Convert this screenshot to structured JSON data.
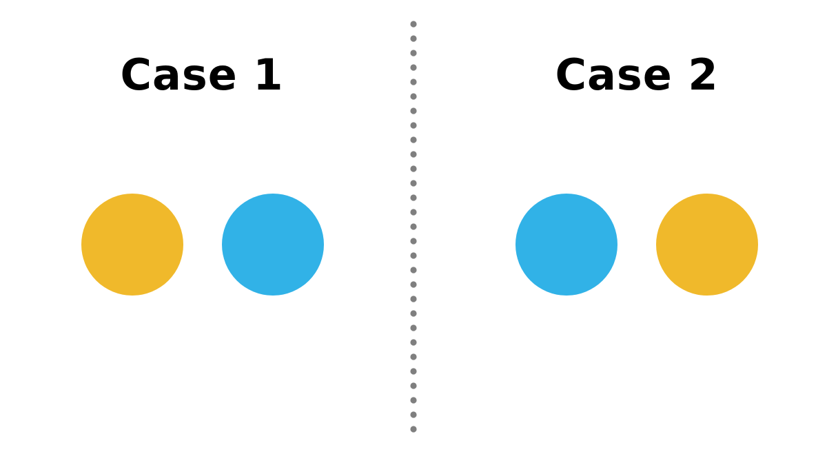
{
  "cases": [
    {
      "title": "Case 1",
      "circles": [
        {
          "color_name": "yellow",
          "color": "#F0B92B"
        },
        {
          "color_name": "blue",
          "color": "#31B2E7"
        }
      ]
    },
    {
      "title": "Case 2",
      "circles": [
        {
          "color_name": "blue",
          "color": "#31B2E7"
        },
        {
          "color_name": "yellow",
          "color": "#F0B92B"
        }
      ]
    }
  ],
  "colors": {
    "background": "#FFFFFF",
    "title_text": "#000000",
    "divider_dots": "#7F7F7F"
  }
}
